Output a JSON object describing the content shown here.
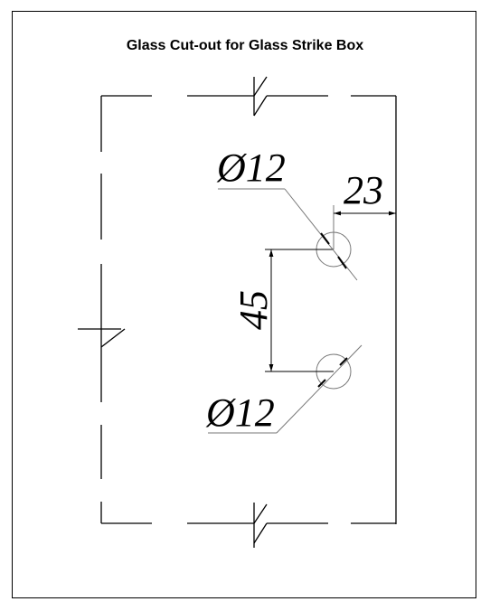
{
  "title": "Glass Cut-out for Glass Strike Box",
  "dimensions": {
    "hole_top_diameter": "Ø12",
    "hole_bottom_diameter": "Ø12",
    "edge_offset": "23",
    "hole_spacing": "45"
  }
}
